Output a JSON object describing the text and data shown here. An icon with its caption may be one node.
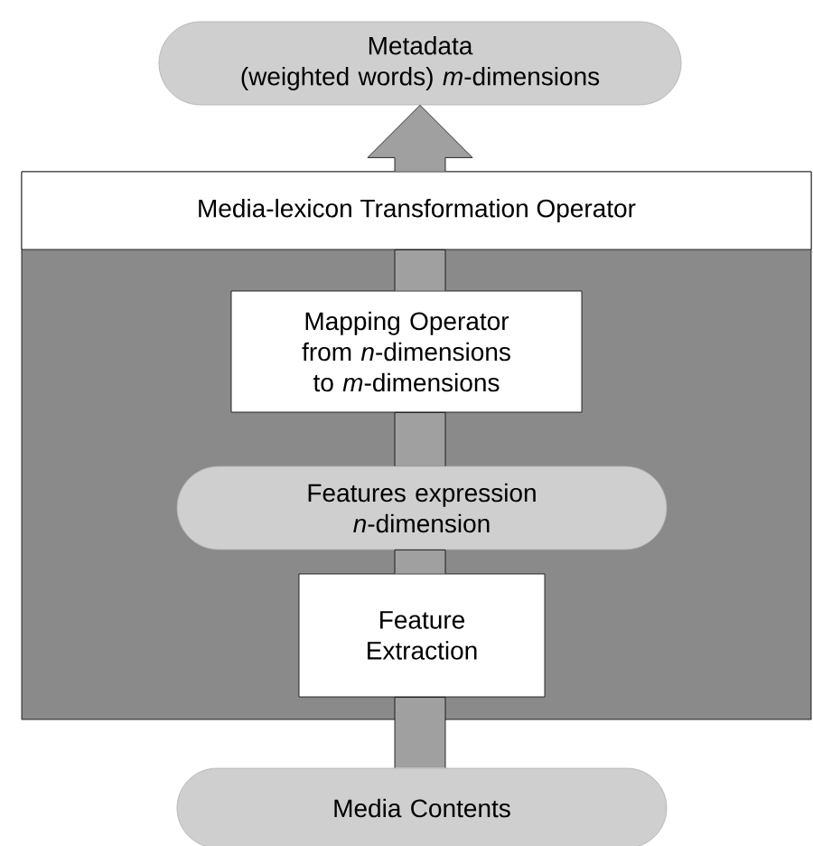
{
  "diagram": {
    "nodes": [
      {
        "text": [
          "Metadata",
          "(weighted words) *m*-dimensions"
        ]
      },
      {
        "text": [
          "Media-lexicon Transformation Operator"
        ]
      },
      {
        "text": [
          "Mapping Operator from *n*-dimensions to *m*-dimensions"
        ],
        "in": 1
      },
      {
        "text": [
          "Features expression *n*-dimension"
        ],
        "in": 1
      },
      {
        "text": [
          "Feature Extraction"
        ],
        "in": 1
      },
      {
        "text": [
          "Media Contents"
        ]
      }
    ],
    "edges": [
      {
        "from": 5,
        "to": 4,
        "arrow": "none"
      },
      {
        "from": 4,
        "to": 3,
        "arrow": "none"
      },
      {
        "from": 3,
        "to": 2,
        "arrow": "none"
      },
      {
        "from": 2,
        "to": 1,
        "arrow": "none"
      },
      {
        "from": 1,
        "to": 0,
        "arrow": "to"
      }
    ]
  }
}
